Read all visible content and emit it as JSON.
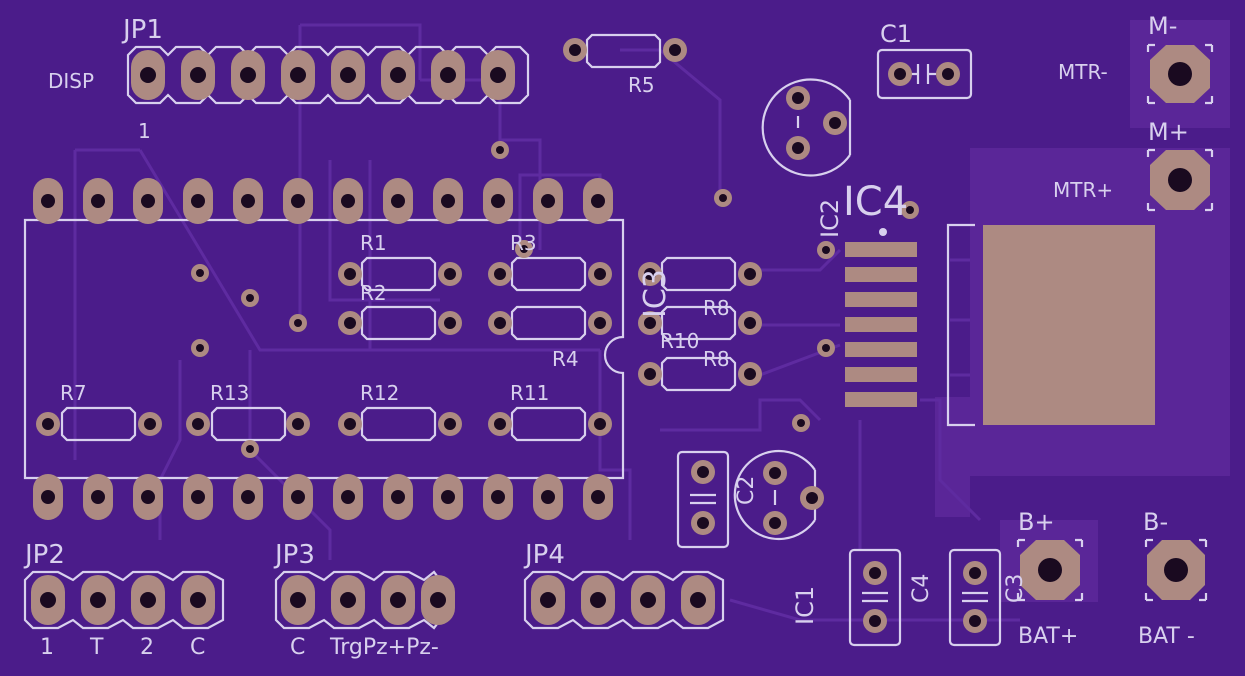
{
  "labels": {
    "jp1": "JP1",
    "disp": "DISP",
    "jp1_pin1": "1",
    "c1": "C1",
    "r5": "R5",
    "m_minus": "M-",
    "mtr_minus": "MTR-",
    "m_plus": "M+",
    "mtr_plus": "MTR+",
    "ic4": "IC4",
    "ic2": "IC2",
    "ic3": "IC3",
    "r1": "R1",
    "r2": "R2",
    "r3": "R3",
    "r4": "R4",
    "r8a": "R8",
    "r10": "R10",
    "r8b": "R8",
    "r7": "R7",
    "r13": "R13",
    "r12": "R12",
    "r11": "R11",
    "c2": "C2",
    "ic1": "IC1",
    "c4": "C4",
    "c3": "C3",
    "b_plus": "B+",
    "b_minus": "B-",
    "jp2": "JP2",
    "jp3": "JP3",
    "jp4": "JP4",
    "bat_plus": "BAT+",
    "bat_minus": "BAT -",
    "jp2_1": "1",
    "jp2_t": "T",
    "jp2_2": "2",
    "jp2_c": "C",
    "jp3_c": "C",
    "jp3_pins": "TrgPz+Pz-"
  },
  "colors": {
    "board": "#4b1c8a",
    "silkscreen": "#d8d0ee",
    "copper": "#ad8a82",
    "trace": "#5e2ba0",
    "drill": "#1a0a20"
  }
}
